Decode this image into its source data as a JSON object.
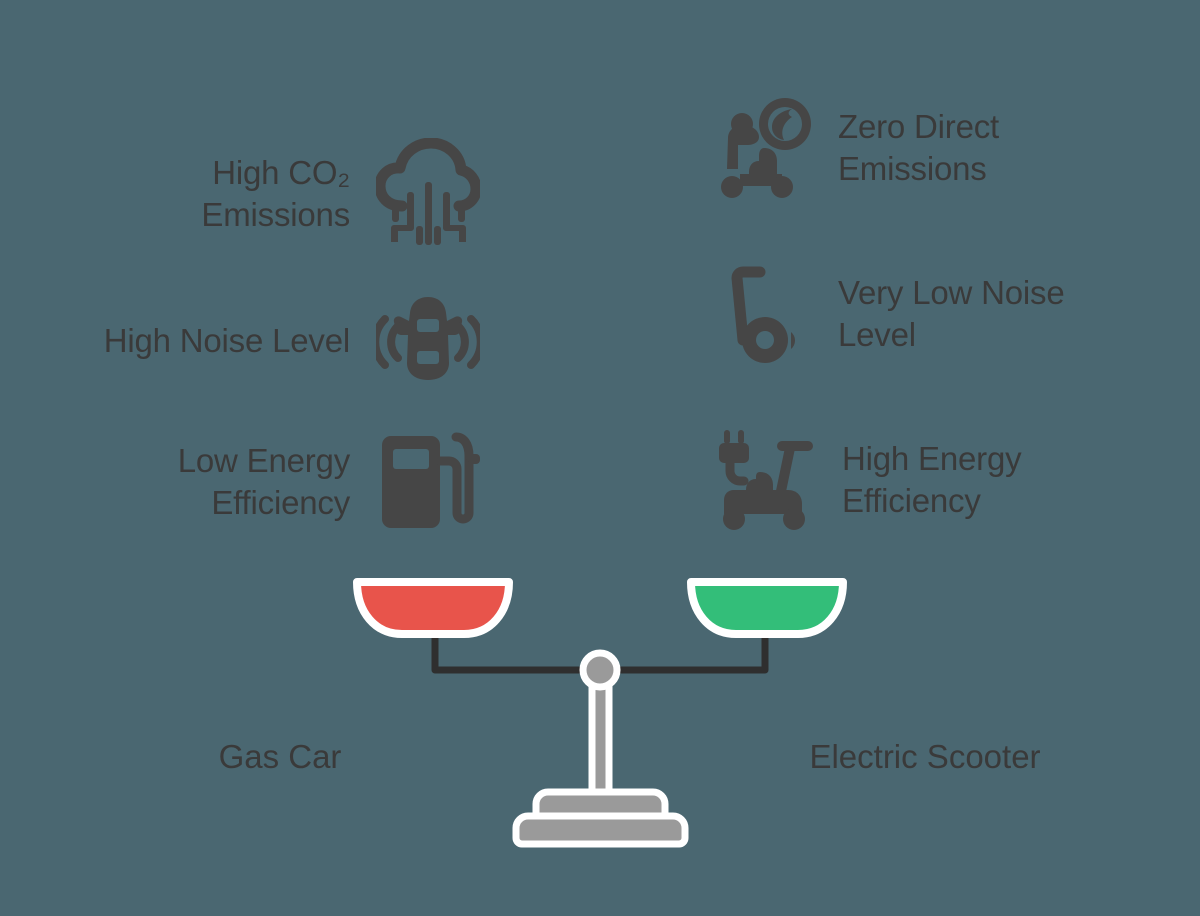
{
  "theme": {
    "background": "#4a6771",
    "text_color": "#3a3a3a",
    "icon_color": "#464646",
    "pan_left_color": "#e8544b",
    "pan_right_color": "#33be79",
    "stand_color": "#9a9a9a",
    "beam_color": "#2f2f2f",
    "outline_color": "#ffffff"
  },
  "comparison": {
    "left_side": {
      "name": "Gas Car",
      "features": [
        {
          "label": "High CO₂\nEmissions",
          "icon": "co2-cloud-icon"
        },
        {
          "label": "High Noise Level",
          "icon": "car-noise-icon"
        },
        {
          "label": "Low Energy\nEfficiency",
          "icon": "fuel-pump-icon"
        }
      ]
    },
    "right_side": {
      "name": "Electric Scooter",
      "features": [
        {
          "label": "Zero Direct\nEmissions",
          "icon": "eco-scooter-icon"
        },
        {
          "label": "Very Low Noise\nLevel",
          "icon": "scooter-wheel-quiet-icon"
        },
        {
          "label": "High Energy\nEfficiency",
          "icon": "scooter-plug-icon"
        }
      ]
    }
  },
  "scale": {
    "left_pan_label": "Gas Car",
    "right_pan_label": "Electric Scooter",
    "state": "balanced"
  }
}
